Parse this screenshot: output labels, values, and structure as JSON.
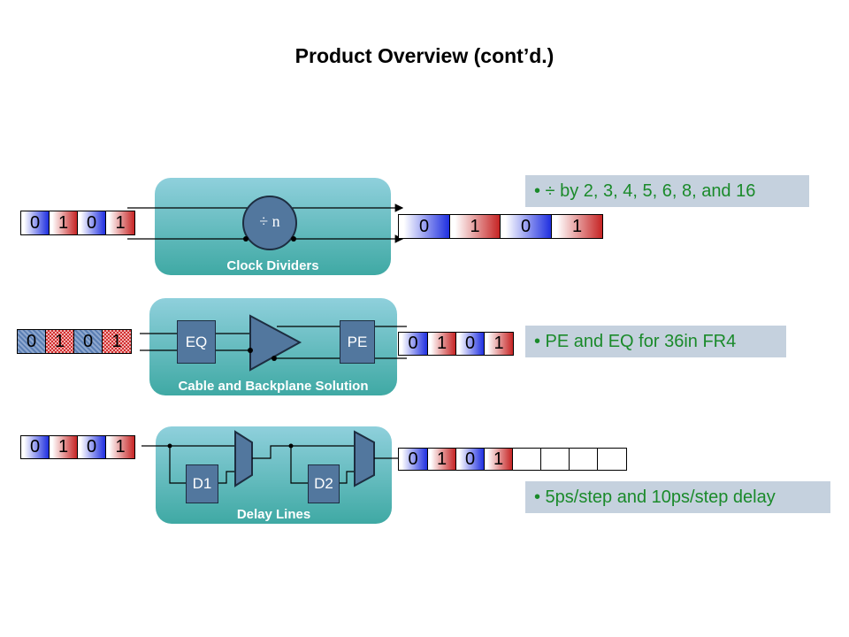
{
  "title": "Product Overview (cont’d.)",
  "sections": [
    {
      "name": "clock-dividers",
      "label": "Clock Dividers",
      "symbol": "÷ n",
      "input_bits": [
        "0",
        "1",
        "0",
        "1"
      ],
      "output_bits": [
        "0",
        "1",
        "0",
        "1"
      ],
      "callout": "• ÷ by 2, 3, 4, 5, 6, 8, and 16"
    },
    {
      "name": "cable-backplane",
      "label": "Cable and Backplane Solution",
      "blocks": [
        "EQ",
        "PE"
      ],
      "input_bits": [
        "0",
        "1",
        "0",
        "1"
      ],
      "output_bits": [
        "0",
        "1",
        "0",
        "1"
      ],
      "callout": "• PE and EQ for 36in FR4"
    },
    {
      "name": "delay-lines",
      "label": "Delay Lines",
      "blocks": [
        "D1",
        "D2"
      ],
      "input_bits": [
        "0",
        "1",
        "0",
        "1"
      ],
      "output_bits": [
        "0",
        "1",
        "0",
        "1"
      ],
      "callout": "• 5ps/step and 10ps/step delay"
    }
  ],
  "colors": {
    "bit_zero": "#1f2fe0",
    "bit_one": "#c62424",
    "callout_text": "#1a8a2a",
    "callout_bg": "#c5d1de",
    "block": "#52779e"
  }
}
